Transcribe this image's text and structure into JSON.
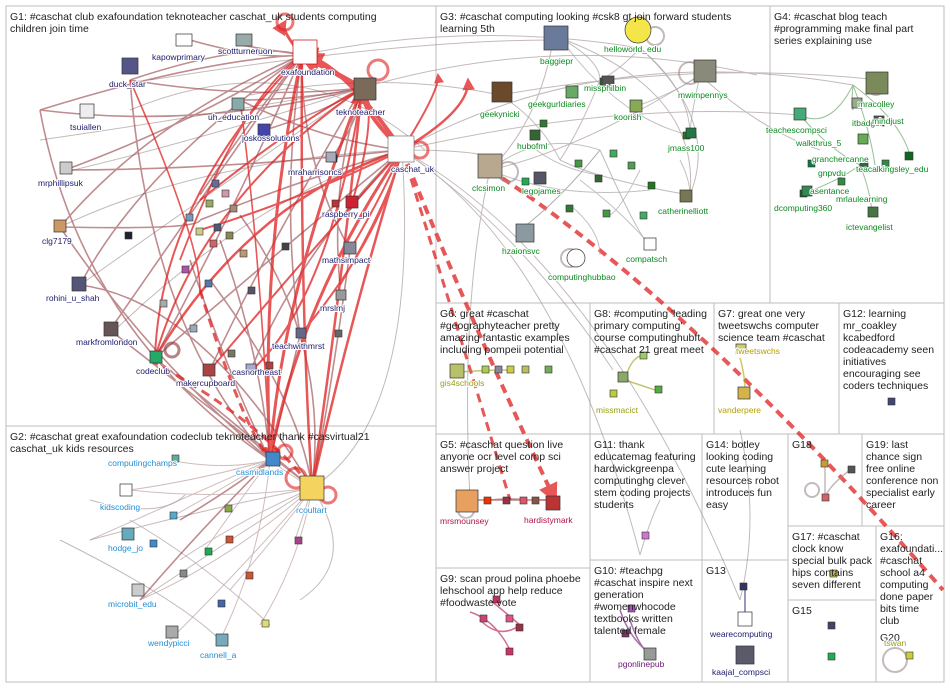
{
  "colors": {
    "edge_red": "#e02020",
    "edge_dark": "#8b2f35",
    "edge_grey": "#9c8c8c",
    "label_navy": "#1b1b6b",
    "label_green": "#0a8a1e",
    "label_blue": "#1f8fd6",
    "label_olive": "#9aa00f",
    "label_orange": "#b4a000",
    "label_crimson": "#b0124a",
    "label_purple": "#6a1470"
  },
  "groups": [
    {
      "id": "G1",
      "lines": [
        "G1: #caschat club exafoundation teknoteacher caschat_uk students computing",
        "children join time"
      ]
    },
    {
      "id": "G2",
      "lines": [
        "G2: #caschat great exafoundation codeclub teknoteacher thank #casvirtual21",
        "caschat_uk kids resources"
      ]
    },
    {
      "id": "G3",
      "lines": [
        "G3: #caschat computing looking #csk8 gt join forward students",
        "learning 5th"
      ]
    },
    {
      "id": "G4",
      "lines": [
        "G4: #caschat blog teach",
        "#programming make final part",
        "series explaining use"
      ]
    },
    {
      "id": "G5",
      "lines": [
        "G5: #caschat question live",
        "anyone ocr level comp sci",
        "answer project"
      ]
    },
    {
      "id": "G6",
      "lines": [
        "G6: great #caschat",
        "#geographyteacher pretty",
        "amazing fantastic examples",
        "including pompeii potential"
      ]
    },
    {
      "id": "G7",
      "lines": [
        "G7: great one very",
        "tweetswchs computer",
        "science team #caschat"
      ]
    },
    {
      "id": "G8",
      "lines": [
        "G8: #computing 'leading",
        "primary computing'",
        "course computinghubft",
        "#caschat 21 great meet"
      ]
    },
    {
      "id": "G9",
      "lines": [
        "G9: scan proud polina phoebe",
        "lehschool app help reduce",
        "#foodwaste vote"
      ]
    },
    {
      "id": "G10",
      "lines": [
        "G10: #teachpg",
        "#caschat inspire next",
        "generation",
        "#womenwhocode",
        "textbooks written",
        "talented female"
      ]
    },
    {
      "id": "G11",
      "lines": [
        "G11: thank",
        "educatemag featuring",
        "hardwickgreenpa",
        "computinghg clever",
        "stem coding projects",
        "students"
      ]
    },
    {
      "id": "G12",
      "lines": [
        "G12: learning",
        "mr_coakley",
        "kcabedford",
        "codeacademy seen",
        "initiatives",
        "encouraging see",
        "coders techniques"
      ]
    },
    {
      "id": "G13",
      "lines": [
        "G13"
      ]
    },
    {
      "id": "G14",
      "lines": [
        "G14: botley",
        "looking coding",
        "cute learning",
        "resources robot",
        "introduces fun",
        "easy"
      ]
    },
    {
      "id": "G15",
      "lines": [
        "G15"
      ]
    },
    {
      "id": "G16",
      "lines": [
        "G16:",
        "exafoundati...",
        "#caschat",
        "school a4",
        "computing",
        "done paper",
        "bits time",
        "club"
      ]
    },
    {
      "id": "G17",
      "lines": [
        "G17: #caschat",
        "clock know",
        "special bulk pack",
        "hips contains",
        "seven different"
      ]
    },
    {
      "id": "G18",
      "lines": [
        "G18"
      ]
    },
    {
      "id": "G19",
      "lines": [
        "G19: last",
        "chance sign",
        "free online",
        "conference non",
        "specialist early",
        "career"
      ]
    },
    {
      "id": "G20",
      "lines": [
        "G20"
      ]
    }
  ],
  "nodes": [
    {
      "id": "kapowprimary",
      "label": "kapowprimary",
      "color": "label_navy"
    },
    {
      "id": "scottturneruon",
      "label": "scottturneruon",
      "color": "label_navy"
    },
    {
      "id": "exafoundation",
      "label": "exafoundation",
      "color": "label_navy"
    },
    {
      "id": "duck_star",
      "label": "duck_star",
      "color": "label_navy"
    },
    {
      "id": "teknoteacher",
      "label": "teknoteacher",
      "color": "label_navy"
    },
    {
      "id": "uh_education",
      "label": "uh_education",
      "color": "label_navy"
    },
    {
      "id": "tsuiallen",
      "label": "tsuiallen",
      "color": "label_navy"
    },
    {
      "id": "joskossolutions",
      "label": "joskossolutions",
      "color": "label_navy"
    },
    {
      "id": "caschat_uk",
      "label": "caschat_uk",
      "color": "label_navy"
    },
    {
      "id": "mrharrisoncs",
      "label": "mraharrisoncs",
      "color": "label_navy"
    },
    {
      "id": "mrphillipsuk",
      "label": "mrphillipsuk",
      "color": "label_navy"
    },
    {
      "id": "raspberry_pi",
      "label": "raspberry_pi",
      "color": "label_navy"
    },
    {
      "id": "clg7179",
      "label": "clg7179",
      "color": "label_navy"
    },
    {
      "id": "mathsimpact",
      "label": "mathsimpact",
      "color": "label_navy"
    },
    {
      "id": "rohini_u_shah",
      "label": "rohini_u_shah",
      "color": "label_navy"
    },
    {
      "id": "mrslmj",
      "label": "mrslmj",
      "color": "label_navy"
    },
    {
      "id": "markfromlondon",
      "label": "markfromlondon",
      "color": "label_navy"
    },
    {
      "id": "teachwithmrst",
      "label": "teachwithmrst",
      "color": "label_navy"
    },
    {
      "id": "codeclub",
      "label": "codeclub",
      "color": "label_navy"
    },
    {
      "id": "casnortheast",
      "label": "casnortheast",
      "color": "label_navy"
    },
    {
      "id": "makercupboard",
      "label": "makercupboard",
      "color": "label_navy"
    },
    {
      "id": "computingchamps",
      "label": "computingchamps",
      "color": "label_blue"
    },
    {
      "id": "casmidlands",
      "label": "casmidlands",
      "color": "label_blue"
    },
    {
      "id": "kidscoding",
      "label": "kidscoding",
      "color": "label_blue"
    },
    {
      "id": "rcoultart",
      "label": "rcoultart",
      "color": "label_blue"
    },
    {
      "id": "hodge_jo",
      "label": "hodge_jo",
      "color": "label_blue"
    },
    {
      "id": "microbit_edu",
      "label": "microbit_edu",
      "color": "label_blue"
    },
    {
      "id": "wendypicci",
      "label": "wendypicci",
      "color": "label_blue"
    },
    {
      "id": "cannell_a",
      "label": "cannell_a",
      "color": "label_blue"
    },
    {
      "id": "baggiepr",
      "label": "baggiepr",
      "color": "label_green"
    },
    {
      "id": "helloworld_edu",
      "label": "helloworld_edu",
      "color": "label_green"
    },
    {
      "id": "missphilbin",
      "label": "missphilbin",
      "color": "label_green"
    },
    {
      "id": "geekgurldiaries",
      "label": "geekgurldiaries",
      "color": "label_green"
    },
    {
      "id": "mwimpennys",
      "label": "mwimpennys",
      "color": "label_green"
    },
    {
      "id": "geekynicki",
      "label": "geekynicki",
      "color": "label_green"
    },
    {
      "id": "koorish",
      "label": "koorish",
      "color": "label_green"
    },
    {
      "id": "hubofml",
      "label": "hubofml",
      "color": "label_green"
    },
    {
      "id": "jmass100",
      "label": "jmass100",
      "color": "label_green"
    },
    {
      "id": "clcsimon",
      "label": "clcsimon",
      "color": "label_green"
    },
    {
      "id": "legojames",
      "label": "legojames",
      "color": "label_green"
    },
    {
      "id": "catherinelliott",
      "label": "catherinelliott",
      "color": "label_green"
    },
    {
      "id": "hzaionsvc",
      "label": "hzaionsvc",
      "color": "label_green"
    },
    {
      "id": "compatsch",
      "label": "compatsch",
      "color": "label_green"
    },
    {
      "id": "computinghubbao",
      "label": "computinghubbao",
      "color": "label_green"
    },
    {
      "id": "mracolley",
      "label": "mracolley",
      "color": "label_green"
    },
    {
      "id": "itbadger",
      "label": "itbadger",
      "color": "label_green"
    },
    {
      "id": "teachescompsci",
      "label": "teachescompsci",
      "color": "label_green"
    },
    {
      "id": "mindjust",
      "label": "mindjust",
      "color": "label_green"
    },
    {
      "id": "walkthrus_5",
      "label": "walkthrus_5",
      "color": "label_green"
    },
    {
      "id": "granchercanne",
      "label": "granchercanne",
      "color": "label_green"
    },
    {
      "id": "gnpvdu",
      "label": "gnpvdu",
      "color": "label_green"
    },
    {
      "id": "teacalkingsley",
      "label": "teacalkingsley_edu",
      "color": "label_green"
    },
    {
      "id": "asentance",
      "label": "asentance",
      "color": "label_green"
    },
    {
      "id": "mrlaulearning",
      "label": "mrlaulearning",
      "color": "label_green"
    },
    {
      "id": "dcomputing360",
      "label": "dcomputing360",
      "color": "label_green"
    },
    {
      "id": "ictevangelist",
      "label": "ictevangelist",
      "color": "label_green"
    },
    {
      "id": "gis4schools",
      "label": "gis4schools",
      "color": "label_olive"
    },
    {
      "id": "missmacict",
      "label": "missmacict",
      "color": "label_olive"
    },
    {
      "id": "tweetswchs",
      "label": "tweetswchs",
      "color": "label_orange"
    },
    {
      "id": "vanderpere",
      "label": "vanderpere",
      "color": "label_orange"
    },
    {
      "id": "mrsmounsey",
      "label": "mrsmounsey",
      "color": "label_crimson"
    },
    {
      "id": "hardistymark",
      "label": "hardistymark",
      "color": "label_crimson"
    },
    {
      "id": "pgonlinepub",
      "label": "pgonlinepub",
      "color": "label_purple"
    },
    {
      "id": "wearecomputing",
      "label": "wearecomputing",
      "color": "label_navy"
    },
    {
      "id": "kaajal_compsci",
      "label": "kaajal_compsci",
      "color": "label_navy"
    },
    {
      "id": "tswan",
      "label": "tswan",
      "color": "label_olive"
    }
  ]
}
